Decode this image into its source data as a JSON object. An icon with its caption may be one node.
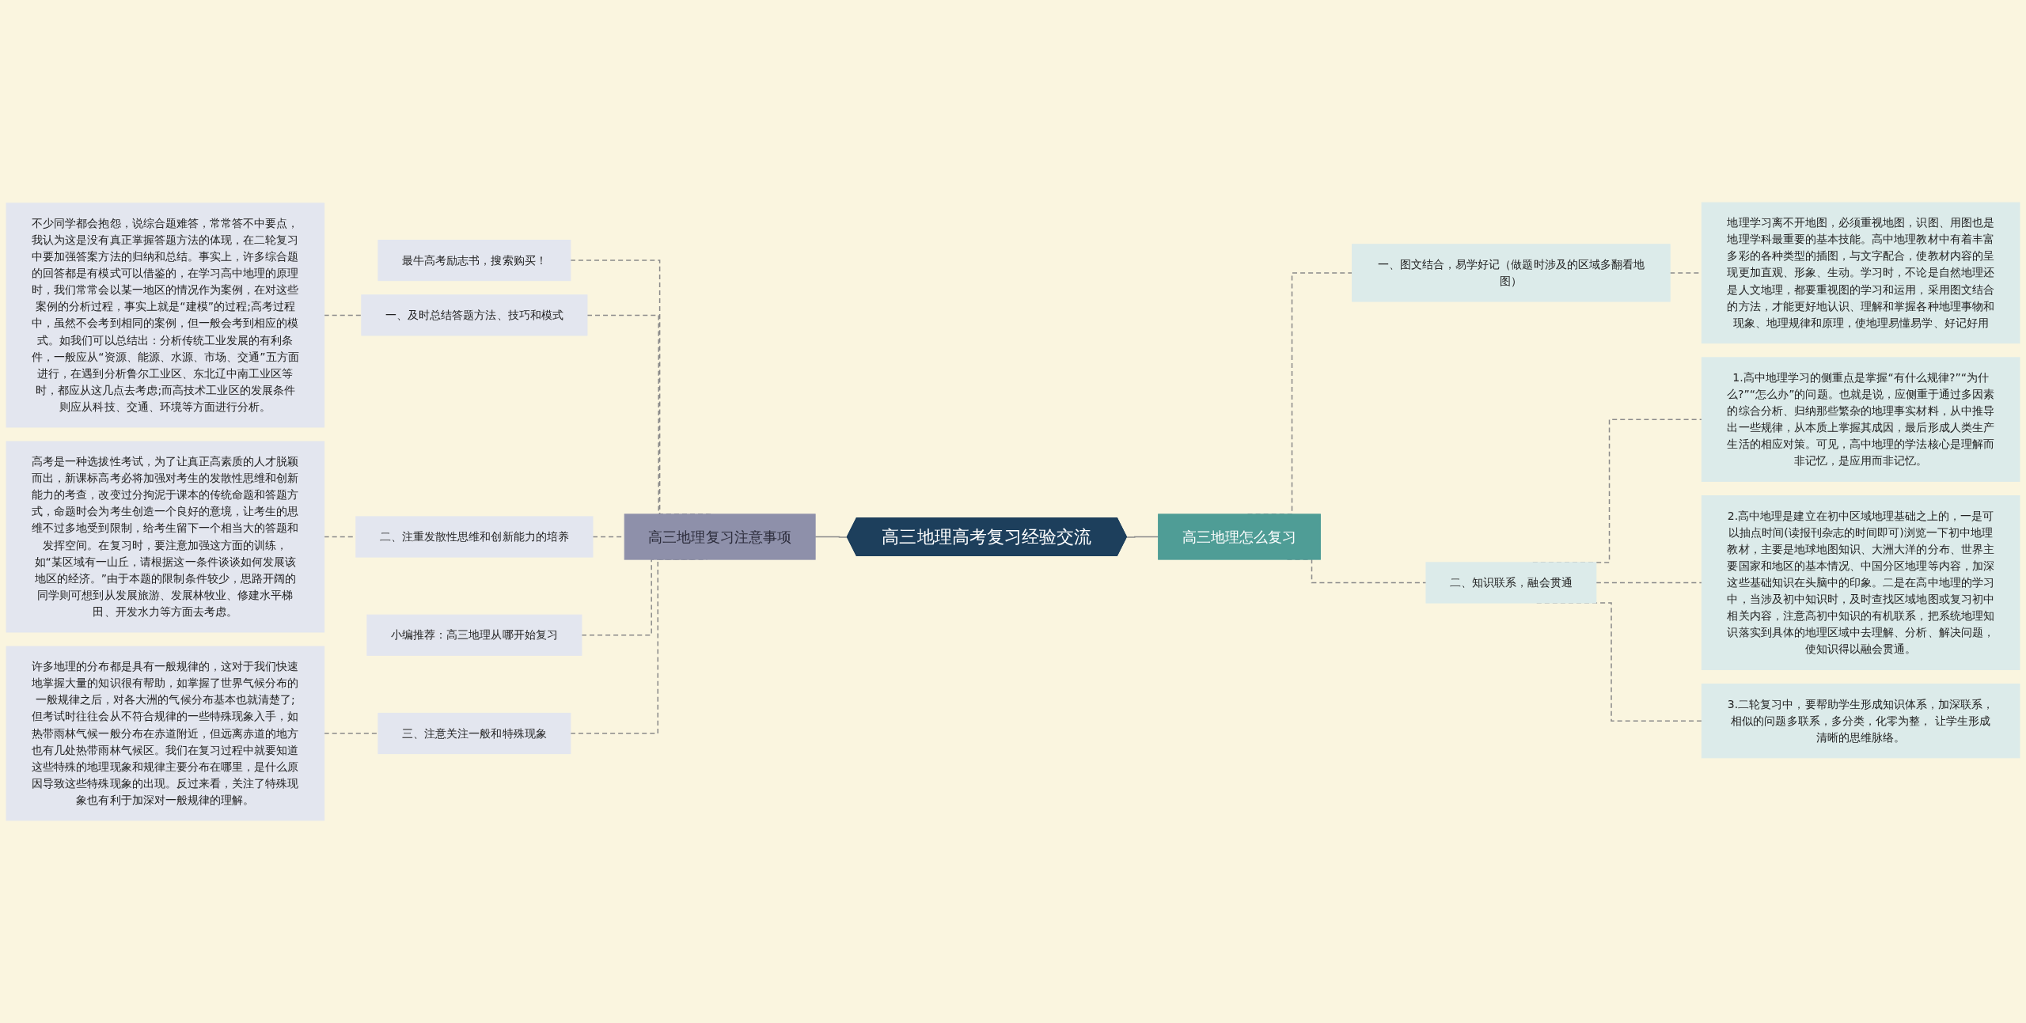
{
  "diagram": {
    "nodes": [
      {
        "text": [
          "高三地理高考复习经验交流"
        ]
      },
      {
        "text": [
          "高三地理复习注意事项"
        ]
      },
      {
        "text": [
          "最牛高考励志书，搜索购买！"
        ]
      },
      {
        "text": [
          "一、及时总结答题方法、技巧和模式"
        ]
      },
      {
        "text": [
          "不少同学都会抱怨，说综合题难答，常常答不中要点，我认为这是没有真正掌握答题方法的体现，在二轮复习中要加强答案方法的归纳和总结。事实上，许多综合题的回答都是有模式可以借鉴的，在学习高中地理的原理时，我们常常会以某一地区的情况作为案例，在对这些案例的分析过程，事实上就是“建模”的过程;高考过程中，虽然不会考到相同的案例，但一般会考到相应的模式。如我们可以总结出：分析传统工业发展的有利条件，一般应从“资源、能源、水源、市场、交通”五方面进行，在遇到分析鲁尔工业区、东北辽中南工业区等时，都应从这几点去考虑;而高技术工业区的发展条件则应从科技、交通、环境等方面进行分析。"
        ]
      },
      {
        "text": [
          "二、注重发散性思维和创新能力的培养"
        ]
      },
      {
        "text": [
          "高考是一种选拔性考试，为了让真正高素质的人才脱颖而出，新课标高考必将加强对考生的发散性思维和创新能力的考查，改变过分拘泥于课本的传统命题和答题方式，命题时会为考生创造一个良好的意境，让考生的思维不过多地受到限制，给考生留下一个相当大的答题和发挥空间。在复习时，要注意加强这方面的训练，如“某区域有一山丘，请根据这一条件谈谈如何发展该地区的经济。”由于本题的限制条件较少，思路开阔的同学则可想到从发展旅游、发展林牧业、修建水平梯田、开发水力等方面去考虑。"
        ]
      },
      {
        "text": [
          "小编推荐：高三地理从哪开始复习"
        ]
      },
      {
        "text": [
          "三、注意关注一般和特殊现象"
        ]
      },
      {
        "text": [
          "许多地理的分布都是具有一般规律的，这对于我们快速地掌握大量的知识很有帮助，如掌握了世界气候分布的一般规律之后，对各大洲的气候分布基本也就清楚了;但考试时往往会从不符合规律的一些特殊现象入手，如热带雨林气候一般分布在赤道附近，但远离赤道的地方也有几处热带雨林气候区。我们在复习过程中就要知道这些特殊的地理现象和规律主要分布在哪里，是什么原因导致这些特殊现象的出现。反过来看，关注了特殊现象也有利于加深对一般规律的理解。"
        ]
      },
      {
        "text": [
          "高三地理怎么复习"
        ]
      },
      {
        "text": [
          "一、图文结合，易学好记（做题时涉及的区域多翻看地图）"
        ]
      },
      {
        "text": [
          "地理学习离不开地图，必须重视地图，识图、用图也是地理学科最重要的基本技能。高中地理教材中有着丰富多彩的各种类型的插图，与文字配合，使教材内容的呈现更加直观、形象、生动。学习时，不论是自然地理还是人文地理，都要重视图的学习和运用，采用图文结合的方法，才能更好地认识、理解和掌握各种地理事物和现象、地理规律和原理，使地理易懂易学、好记好用"
        ]
      },
      {
        "text": [
          "二、知识联系，融会贯通"
        ]
      },
      {
        "text": [
          "1.高中地理学习的侧重点是掌握“有什么规律?”“为什么?”“怎么办”的问题。也就是说，应侧重于通过多因素的综合分析、归纳那些繁杂的地理事实材料，从中推导出一些规律，从本质上掌握其成因，最后形成人类生产生活的相应对策。可见，高中地理的学法核心是理解而非记忆，是应用而非记忆。"
        ]
      },
      {
        "text": [
          "2.高中地理是建立在初中区域地理基础之上的，一是可以抽点时间(读报刊杂志的时间即可)浏览一下初中地理教材，主要是地球地图知识、大洲大洋的分布、世界主要国家和地区的基本情况、中国分区地理等内容，加深这些基础知识在头脑中的印象。二是在高中地理的学习中，当涉及初中知识时，及时查找区域地图或复习初中相关内容，注意高初中知识的有机联系，把系统地理知识落实到具体的地理区域中去理解、分析、解决问题，使知识得以融会贯通。"
        ]
      },
      {
        "text": [
          "3.二轮复习中，要帮助学生形成知识体系，加深联系，相似的问题多联系，多分类，化零为整， 让学生形成清晰的思维脉络。"
        ]
      }
    ],
    "edges": [
      {
        "from": 0,
        "to": 1,
        "arrow": "none"
      },
      {
        "from": 1,
        "to": 2,
        "arrow": "none",
        "style": "dashed"
      },
      {
        "from": 1,
        "to": 3,
        "arrow": "none",
        "style": "dashed"
      },
      {
        "from": 3,
        "to": 4,
        "arrow": "none",
        "style": "dashed"
      },
      {
        "from": 1,
        "to": 5,
        "arrow": "none",
        "style": "dashed"
      },
      {
        "from": 5,
        "to": 6,
        "arrow": "none",
        "style": "dashed"
      },
      {
        "from": 1,
        "to": 7,
        "arrow": "none",
        "style": "dashed"
      },
      {
        "from": 1,
        "to": 8,
        "arrow": "none",
        "style": "dashed"
      },
      {
        "from": 8,
        "to": 9,
        "arrow": "none",
        "style": "dashed"
      },
      {
        "from": 0,
        "to": 10,
        "arrow": "none"
      },
      {
        "from": 10,
        "to": 11,
        "arrow": "none",
        "style": "dashed"
      },
      {
        "from": 11,
        "to": 12,
        "arrow": "none",
        "style": "dashed"
      },
      {
        "from": 10,
        "to": 13,
        "arrow": "none",
        "style": "dashed"
      },
      {
        "from": 13,
        "to": 14,
        "arrow": "none",
        "style": "dashed"
      },
      {
        "from": 13,
        "to": 15,
        "arrow": "none",
        "style": "dashed"
      },
      {
        "from": 13,
        "to": 16,
        "arrow": "none",
        "style": "dashed"
      }
    ]
  }
}
